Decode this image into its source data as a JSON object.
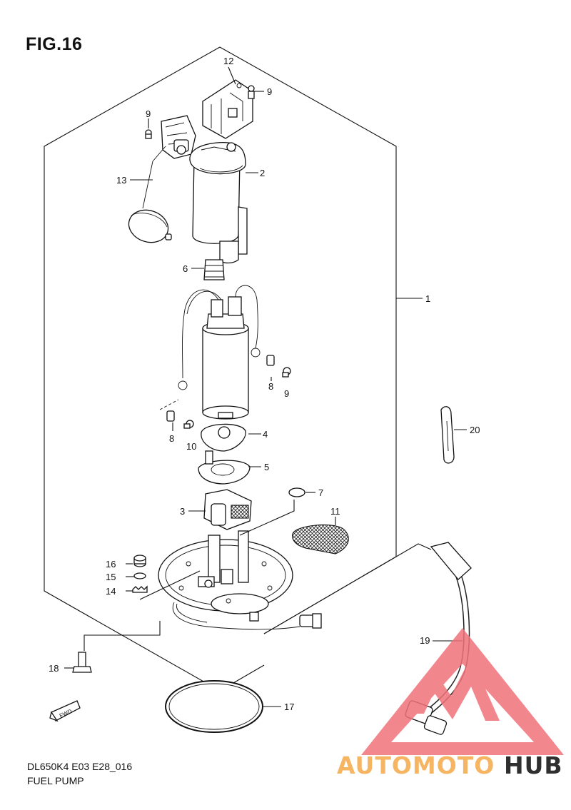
{
  "figure": {
    "title": "FIG.16",
    "model_code": "DL650K4 E03 E28_016",
    "caption": "FUEL PUMP",
    "fwd_label": "FWD"
  },
  "parts": [
    {
      "id": "1",
      "label": "1"
    },
    {
      "id": "2",
      "label": "2"
    },
    {
      "id": "3",
      "label": "3"
    },
    {
      "id": "4",
      "label": "4"
    },
    {
      "id": "5",
      "label": "5"
    },
    {
      "id": "6",
      "label": "6"
    },
    {
      "id": "7",
      "label": "7"
    },
    {
      "id": "8a",
      "label": "8"
    },
    {
      "id": "8b",
      "label": "8"
    },
    {
      "id": "9a",
      "label": "9"
    },
    {
      "id": "9b",
      "label": "9"
    },
    {
      "id": "9c",
      "label": "9"
    },
    {
      "id": "10",
      "label": "10"
    },
    {
      "id": "11",
      "label": "11"
    },
    {
      "id": "12",
      "label": "12"
    },
    {
      "id": "13",
      "label": "13"
    },
    {
      "id": "14",
      "label": "14"
    },
    {
      "id": "15",
      "label": "15"
    },
    {
      "id": "16",
      "label": "16"
    },
    {
      "id": "17",
      "label": "17"
    },
    {
      "id": "18",
      "label": "18"
    },
    {
      "id": "19",
      "label": "19"
    },
    {
      "id": "20",
      "label": "20"
    }
  ],
  "watermark": {
    "brand_part1": "AUTOMOTO",
    "brand_part2": "HUB",
    "colors": {
      "accent": "#f0727a",
      "dark": "#2f2f2f",
      "highlight": "#f5b563"
    }
  }
}
